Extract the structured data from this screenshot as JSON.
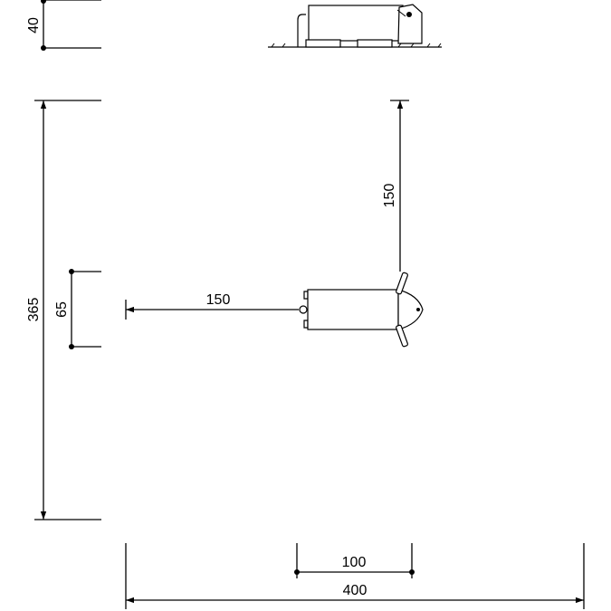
{
  "dimensions": {
    "height_side": "40",
    "total_depth": "365",
    "item_width": "65",
    "clearance_left": "150",
    "clearance_top": "150",
    "item_length": "100",
    "total_width": "400"
  },
  "colors": {
    "stroke": "#000000",
    "background": "#ffffff"
  }
}
